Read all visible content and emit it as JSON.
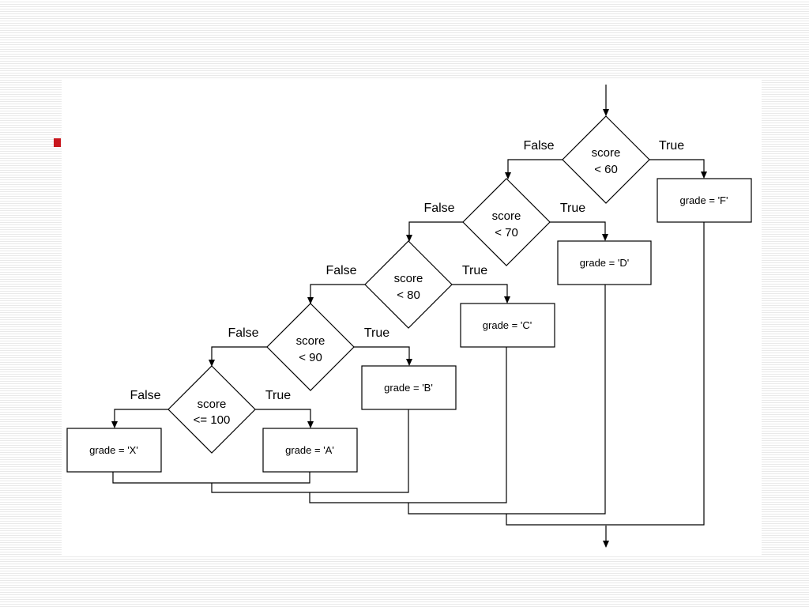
{
  "flowchart": {
    "decisions": [
      {
        "id": "d60",
        "line1": "score",
        "line2": "< 60",
        "false_label": "False",
        "true_label": "True"
      },
      {
        "id": "d70",
        "line1": "score",
        "line2": "< 70",
        "false_label": "False",
        "true_label": "True"
      },
      {
        "id": "d80",
        "line1": "score",
        "line2": "< 80",
        "false_label": "False",
        "true_label": "True"
      },
      {
        "id": "d90",
        "line1": "score",
        "line2": "< 90",
        "false_label": "False",
        "true_label": "True"
      },
      {
        "id": "d100",
        "line1": "score",
        "line2": "<= 100",
        "false_label": "False",
        "true_label": "True"
      }
    ],
    "actions": [
      {
        "id": "aF",
        "text": "grade = 'F'"
      },
      {
        "id": "aD",
        "text": "grade = 'D'"
      },
      {
        "id": "aC",
        "text": "grade = 'C'"
      },
      {
        "id": "aB",
        "text": "grade = 'B'"
      },
      {
        "id": "aA",
        "text": "grade = 'A'"
      },
      {
        "id": "aX",
        "text": "grade = 'X'"
      }
    ]
  }
}
